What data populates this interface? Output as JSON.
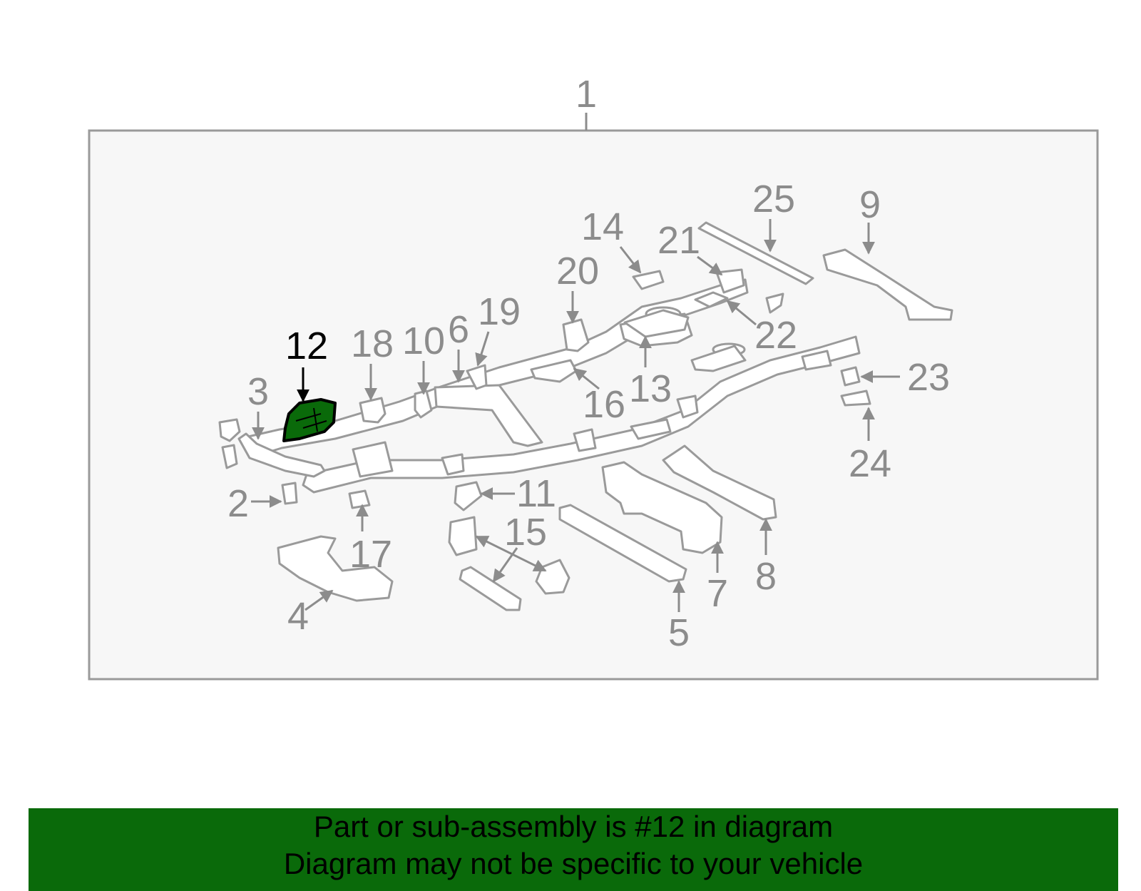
{
  "callouts": [
    "1",
    "2",
    "3",
    "4",
    "5",
    "6",
    "7",
    "8",
    "9",
    "10",
    "11",
    "12",
    "13",
    "14",
    "15",
    "16",
    "17",
    "18",
    "19",
    "20",
    "21",
    "22",
    "23",
    "24",
    "25"
  ],
  "highlighted_callout": "12",
  "banner": {
    "line1": "Part or sub-assembly is #12 in diagram",
    "line2": "Diagram may not be specific to your vehicle"
  },
  "colors": {
    "panel_background": "#f7f7f7",
    "panel_border": "#9a9a9a",
    "callout_gray": "#8c8c8c",
    "highlight_part": "#0a6a0a",
    "banner_background": "#0a6a0a"
  }
}
